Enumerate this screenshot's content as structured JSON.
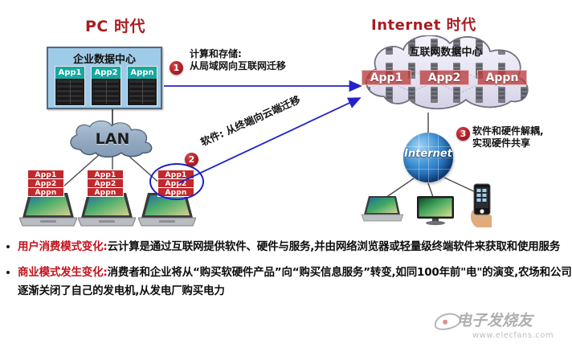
{
  "titles": {
    "pc_era": "PC 时代",
    "internet_era": "Internet 时代"
  },
  "pc_side": {
    "data_center_title": "企业数据中心",
    "racks": [
      {
        "label": "App1"
      },
      {
        "label": "App2"
      },
      {
        "label": "Appn"
      }
    ],
    "lan_label": "LAN",
    "laptops": [
      {
        "apps": [
          "App1",
          "App2",
          "Appn"
        ]
      },
      {
        "apps": [
          "App1",
          "App2",
          "Appn"
        ]
      },
      {
        "apps": [
          "App1",
          "App2",
          "Appn"
        ]
      }
    ]
  },
  "internet_side": {
    "cloud_title": "互联网数据中心",
    "cloud_apps": [
      "App1",
      "App2",
      "Appn"
    ],
    "globe_label": "Internet",
    "devices": [
      "laptop",
      "tv-monitor",
      "smartphone"
    ]
  },
  "annotations": [
    {
      "number": "1",
      "line1": "计算和存储:",
      "line2": "从局域网向互联网迁移"
    },
    {
      "number": "2",
      "text": "软件: 从终端向云端迁移"
    },
    {
      "number": "3",
      "line1": "软件和硬件解耦,",
      "line2": "实现硬件共享"
    }
  ],
  "bullets": [
    {
      "lead": "用户消费模式变化:",
      "body": "云计算是通过互联网提供软件、硬件与服务,并由网络浏览器或轻量级终端软件来获取和使用服务"
    },
    {
      "lead": "商业模式发生变化:",
      "body": "消费者和企业将从“购买软硬件产品”向“购买信息服务”转变,如同100年前\"电\"的演变,农场和公司逐渐关闭了自己的发电机,从发电厂购买电力"
    }
  ],
  "watermark": {
    "text": "电子发烧友",
    "url": "www.elecfans.com"
  },
  "colors": {
    "title_red": "#a81c22",
    "lead_red": "#c2121c",
    "arrow_blue": "#2222c8",
    "badge_red": "#b01f26",
    "datacenter_blue": "#9ecbe8",
    "rack_teal": "#16a8a0",
    "app_chip_red": "#c1282c",
    "highlight_blue": "#1c20c8"
  }
}
